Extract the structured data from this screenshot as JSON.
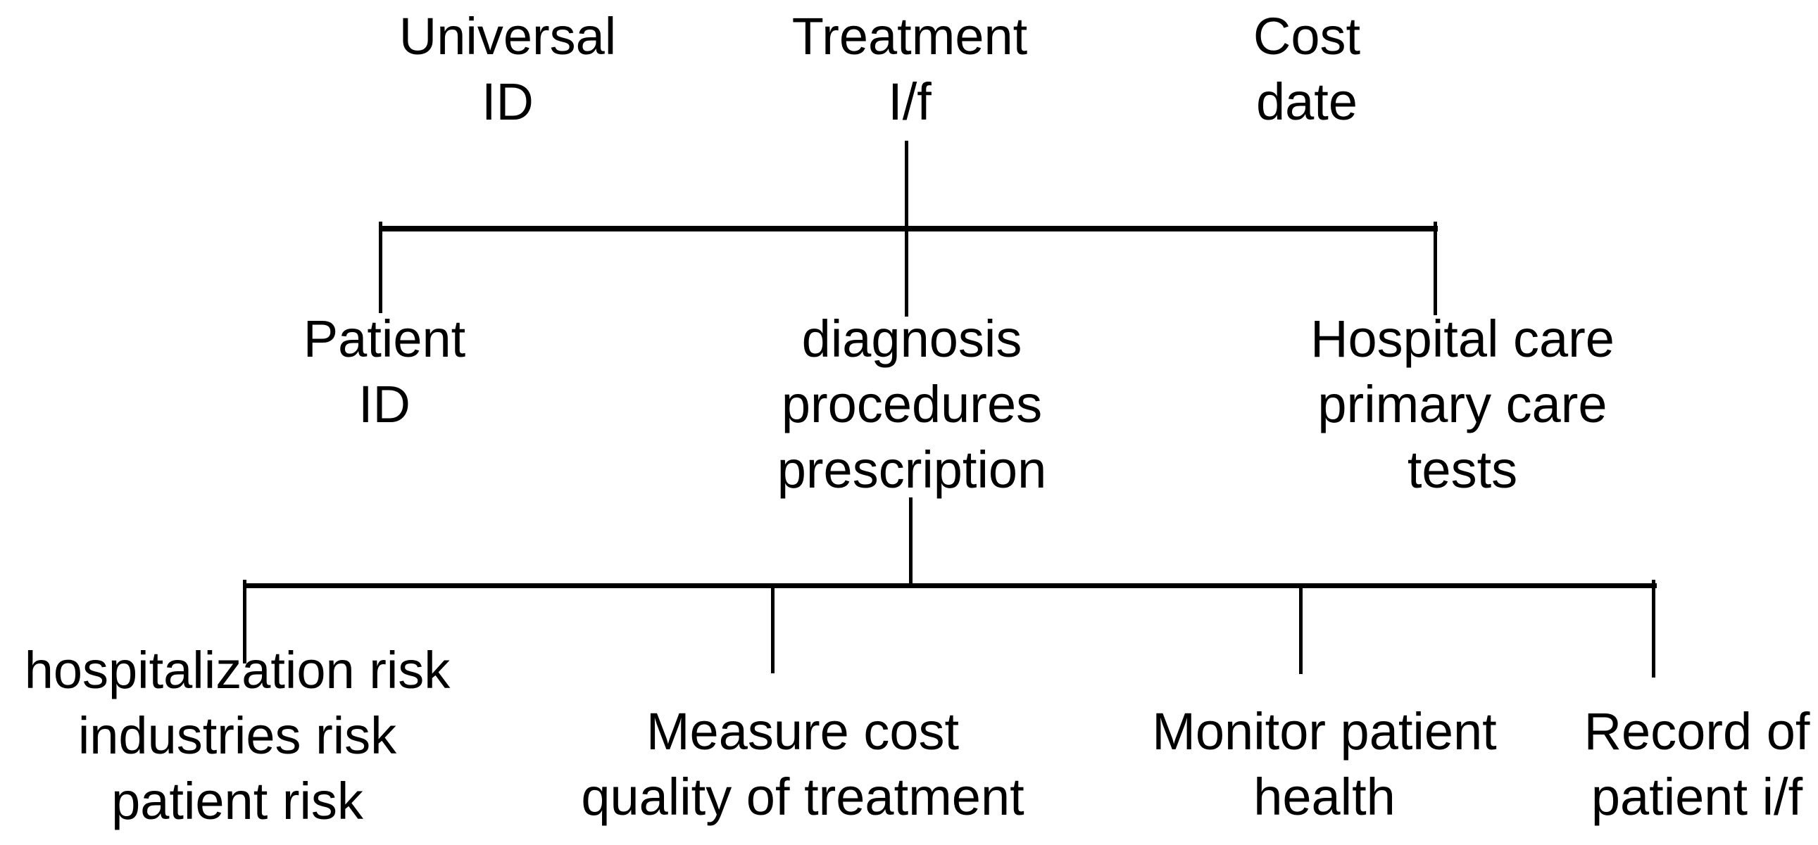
{
  "diagram": {
    "type": "tree",
    "background_color": "#ffffff",
    "text_color": "#000000",
    "line_color": "#000000",
    "root_row": {
      "universal_id": {
        "lines": [
          "Universal",
          "ID"
        ]
      },
      "treatment_if": {
        "lines": [
          "Treatment",
          "I/f"
        ]
      },
      "cost_date": {
        "lines": [
          "Cost",
          "date"
        ]
      }
    },
    "middle_row": {
      "patient_id": {
        "lines": [
          "Patient",
          "ID"
        ]
      },
      "diagnosis": {
        "lines": [
          "diagnosis",
          "procedures",
          "prescription"
        ]
      },
      "hospital_care": {
        "lines": [
          "Hospital care",
          "primary care",
          "tests"
        ]
      }
    },
    "leaf_row": {
      "risks": {
        "lines": [
          "hospitalization risk",
          "industries risk",
          "patient risk"
        ]
      },
      "measure_cost": {
        "lines": [
          "Measure cost",
          "quality of treatment"
        ]
      },
      "monitor": {
        "lines": [
          "Monitor patient",
          "health"
        ]
      },
      "record": {
        "lines": [
          "Record of",
          "patient i/f"
        ]
      }
    },
    "edges": {
      "level1": {
        "parent": "treatment_if",
        "children": [
          "patient_id",
          "diagnosis",
          "hospital_care"
        ]
      },
      "level2": {
        "parent": "diagnosis",
        "children": [
          "risks",
          "measure_cost",
          "monitor",
          "record"
        ]
      }
    }
  }
}
